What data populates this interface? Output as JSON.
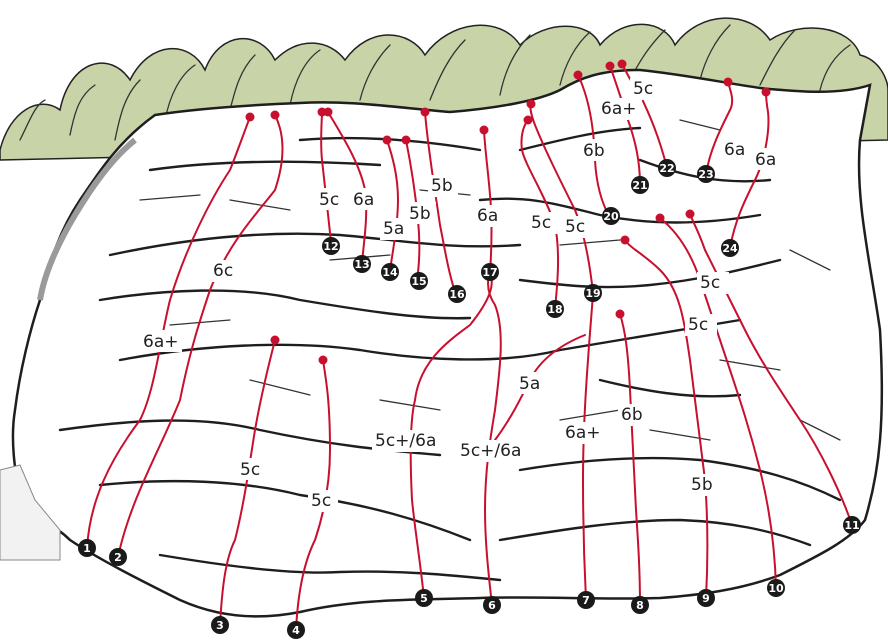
{
  "routes": [
    {
      "num": "1",
      "grade": "6a+"
    },
    {
      "num": "2",
      "grade": "6c"
    },
    {
      "num": "3",
      "grade": "5c"
    },
    {
      "num": "4",
      "grade": "5c"
    },
    {
      "num": "5",
      "grade": "5c+/6a"
    },
    {
      "num": "6",
      "grade": "5c+/6a"
    },
    {
      "num": "7",
      "grade": "6a+"
    },
    {
      "num": "8",
      "grade": "6b"
    },
    {
      "num": "9",
      "grade": "5b"
    },
    {
      "num": "10",
      "grade": "5c"
    },
    {
      "num": "11",
      "grade": "5c"
    },
    {
      "num": "12",
      "grade": "5c"
    },
    {
      "num": "13",
      "grade": "6a"
    },
    {
      "num": "14",
      "grade": "5a"
    },
    {
      "num": "15",
      "grade": "5b"
    },
    {
      "num": "16",
      "grade": "5b"
    },
    {
      "num": "17",
      "grade": "6a"
    },
    {
      "num": "18",
      "grade": "5c"
    },
    {
      "num": "19",
      "grade": "5c"
    },
    {
      "num": "20",
      "grade": "6b"
    },
    {
      "num": "21",
      "grade": "6a+"
    },
    {
      "num": "22",
      "grade": "5c"
    },
    {
      "num": "23",
      "grade": "6a"
    },
    {
      "num": "24",
      "grade": "6a"
    },
    {
      "num": "",
      "grade": "5a"
    }
  ],
  "colors": {
    "route": "#c8102e",
    "foliage": "#c9d3a8",
    "badge": "#1a1a1a",
    "rock": "#ffffff"
  }
}
